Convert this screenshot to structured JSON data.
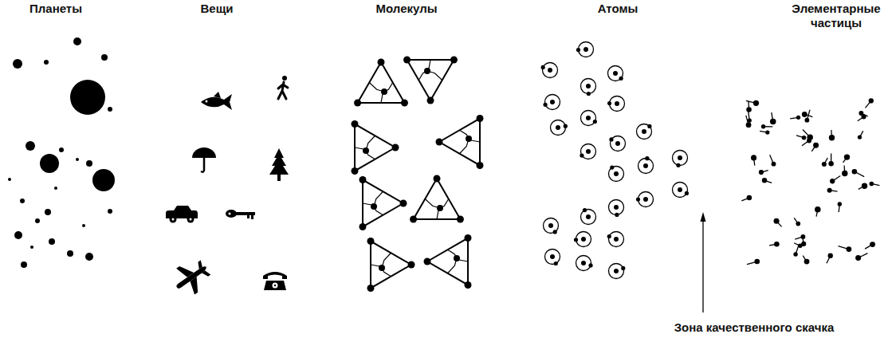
{
  "diagram": {
    "labels": [
      "Планеты",
      "Вещи",
      "Молекулы",
      "Атомы",
      "Элементарные частицы",
      "Зона качественного скачка"
    ]
  }
}
